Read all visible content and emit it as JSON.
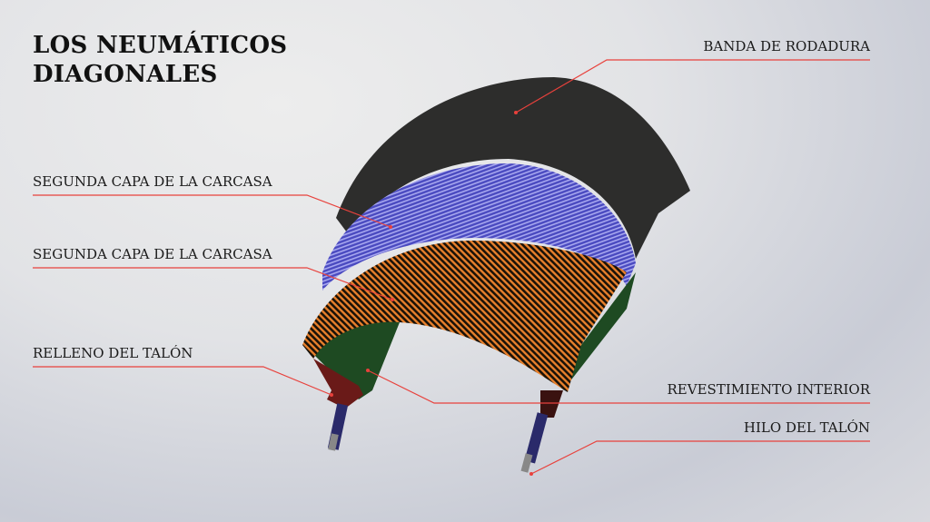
{
  "title_line1": "LOS NEUMÁTICOS",
  "title_line2": "DIAGONALES",
  "labels": {
    "tread": "BANDA DE RODADURA",
    "ply2_a": "SEGUNDA CAPA DE LA CARCASA",
    "ply2_b": "SEGUNDA CAPA DE LA CARCASA",
    "bead_filler": "RELLENO DEL TALÓN",
    "inner_liner": "REVESTIMIENTO INTERIOR",
    "bead_wire": "HILO DEL TALÓN"
  },
  "colors": {
    "leader": "#e8413c",
    "tread": "#2d2d2c",
    "ply_blue": "#5a5ad8",
    "ply_orange": "#e07a2a",
    "liner": "#1e4a22"
  }
}
